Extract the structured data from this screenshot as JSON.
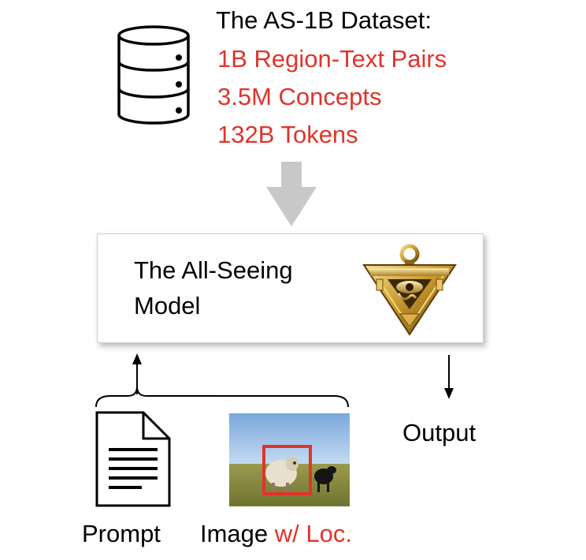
{
  "dataset": {
    "title": "The AS-1B Dataset:",
    "stats": [
      "1B Region-Text Pairs",
      "3.5M Concepts",
      "132B Tokens"
    ]
  },
  "model": {
    "name": "The All-Seeing Model"
  },
  "labels": {
    "output": "Output",
    "prompt": "Prompt",
    "image": "Image",
    "image_suffix": "w/ Loc."
  },
  "colors": {
    "highlight": "#e0342a",
    "arrow": "#c8c8c8"
  },
  "icons": {
    "dataset": "database-icon",
    "model": "millennium-puzzle-icon",
    "prompt": "document-icon",
    "image": "sheep-photo"
  }
}
